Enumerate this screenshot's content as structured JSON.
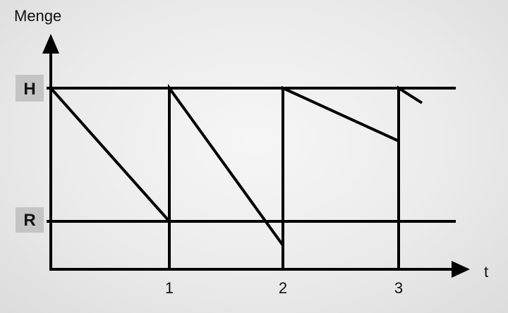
{
  "y_axis_label": "Menge",
  "x_axis_label": "t",
  "levels": {
    "high_label": "H",
    "reorder_label": "R"
  },
  "x_ticks": [
    "1",
    "2",
    "3"
  ],
  "colors": {
    "line": "#000000",
    "label_box": "#c4c4c4"
  }
}
